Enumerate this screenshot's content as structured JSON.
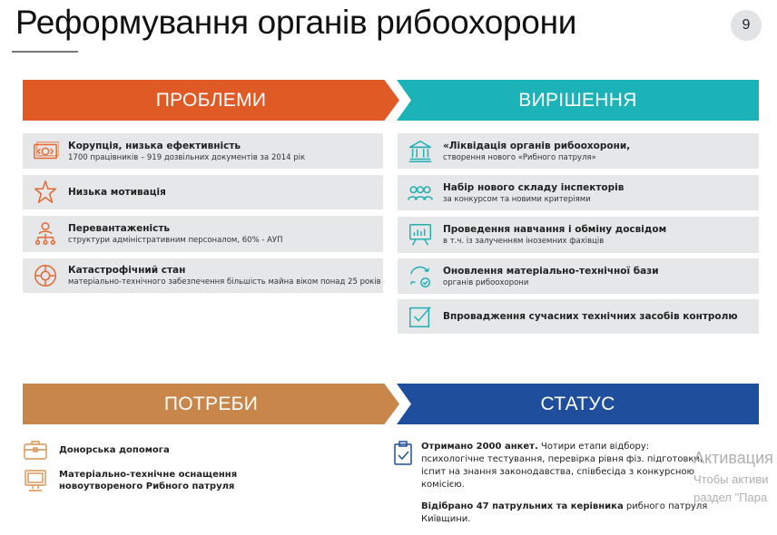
{
  "title": "Реформування органів рибоохорони",
  "page_number": "9",
  "colors": {
    "problems": "#e05a26",
    "solutions": "#1bb3b8",
    "needs": "#c8864a",
    "status": "#1f4e9c"
  },
  "problems": {
    "label": "ПРОБЛЕМИ",
    "items": [
      {
        "icon": "money-icon",
        "title": "Корупція,  низька ефективність",
        "sub": "1700 працівників –  919 дозвільних документів за 2014 рік"
      },
      {
        "icon": "star-icon",
        "title": "Низька мотивація",
        "sub": ""
      },
      {
        "icon": "hierarchy-icon",
        "title": "Перевантаженість",
        "sub": "структури адміністративним персоналом, 60% - АУП"
      },
      {
        "icon": "lifebuoy-icon",
        "title": "Катастрофічний стан",
        "sub": "матеріально-технічного забезпечення більшість майна віком понад 25 років"
      }
    ]
  },
  "solutions": {
    "label": "ВИРІШЕННЯ",
    "items": [
      {
        "icon": "institution-icon",
        "title": "«Ліквідація органів рибоохорони,",
        "sub": "створення нового «Рибного патруля»"
      },
      {
        "icon": "team-icon",
        "title": "Набір нового складу інспекторів",
        "sub": "за конкурсом та новими критеріями"
      },
      {
        "icon": "presentation-icon",
        "title": "Проведення навчання і обміну досвідом",
        "sub": "в т.ч. із залученням іноземних фахівців"
      },
      {
        "icon": "refresh-check-icon",
        "title": "Оновлення матеріально-технічної бази",
        "sub": " органів рибоохорони"
      },
      {
        "icon": "checkbox-icon",
        "title": "Впровадження сучасних технічних засобів контролю",
        "sub": ""
      }
    ]
  },
  "needs": {
    "label": "ПОТРЕБИ",
    "items": [
      {
        "icon": "briefcase-icon",
        "text": "Донорська допомога"
      },
      {
        "icon": "monitor-icon",
        "text": "Матеріально-технічне оснащення новоутвореного Рибного патруля"
      }
    ]
  },
  "status": {
    "label": "СТАТУС",
    "p1_bold": "Отримано 2000 анкет.",
    "p1_text": " Чотири етапи відбору: психологічне тестування, перевірка рівня фіз. підготовки, іспит на знання законодавства, співбесіда з конкурсною комісією.",
    "p2_bold": "Відібрано 47 патрульних та керівника",
    "p2_text": " рибного патруля Київщини."
  },
  "watermark": {
    "line1": "Активация",
    "line2": "Чтобы активи",
    "line3": "раздел \"Пара"
  }
}
